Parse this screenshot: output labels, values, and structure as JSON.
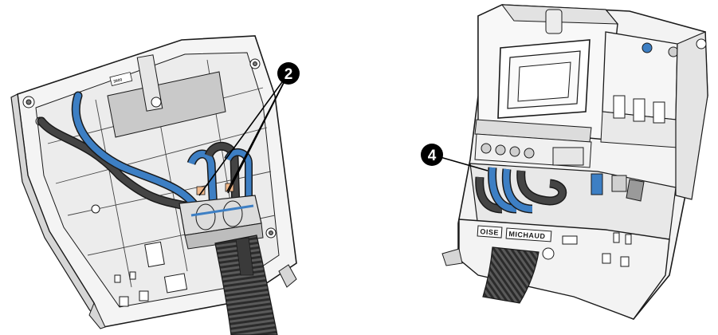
{
  "colors": {
    "plastic": "#f2f2f2",
    "plastic_shade": "#cfcfcf",
    "outline": "#1a1a1a",
    "blue_cable": "#3d7fc4",
    "dark_cable": "#3a3a3a",
    "callout_fill": "#000000"
  },
  "left_figure": {
    "callout": {
      "number": "2"
    },
    "plate_label": "3900"
  },
  "right_figure": {
    "callout": {
      "number": "4"
    },
    "emboss_left": "OISE",
    "emboss_right": "MICHAUD"
  }
}
